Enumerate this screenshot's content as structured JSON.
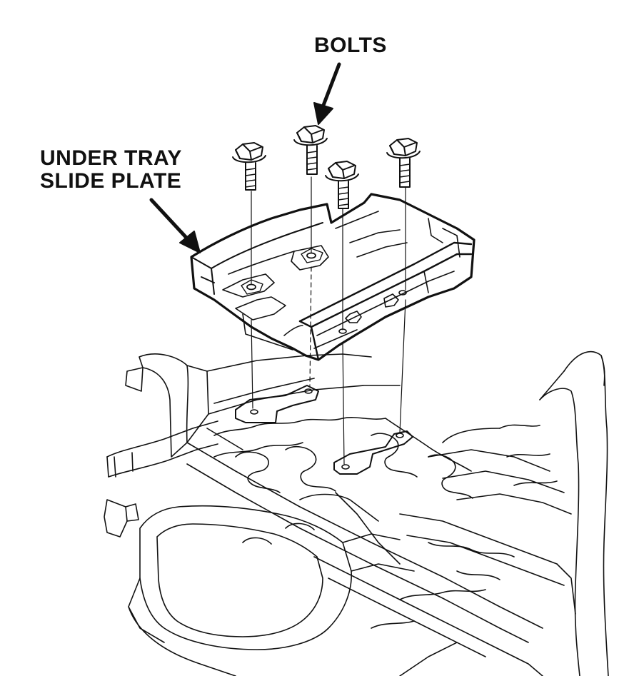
{
  "labels": {
    "bolts": "BOLTS",
    "plate_line1": "UNDER TRAY",
    "plate_line2": "SLIDE PLATE"
  },
  "colors": {
    "line": "#111111",
    "background": "#ffffff"
  }
}
